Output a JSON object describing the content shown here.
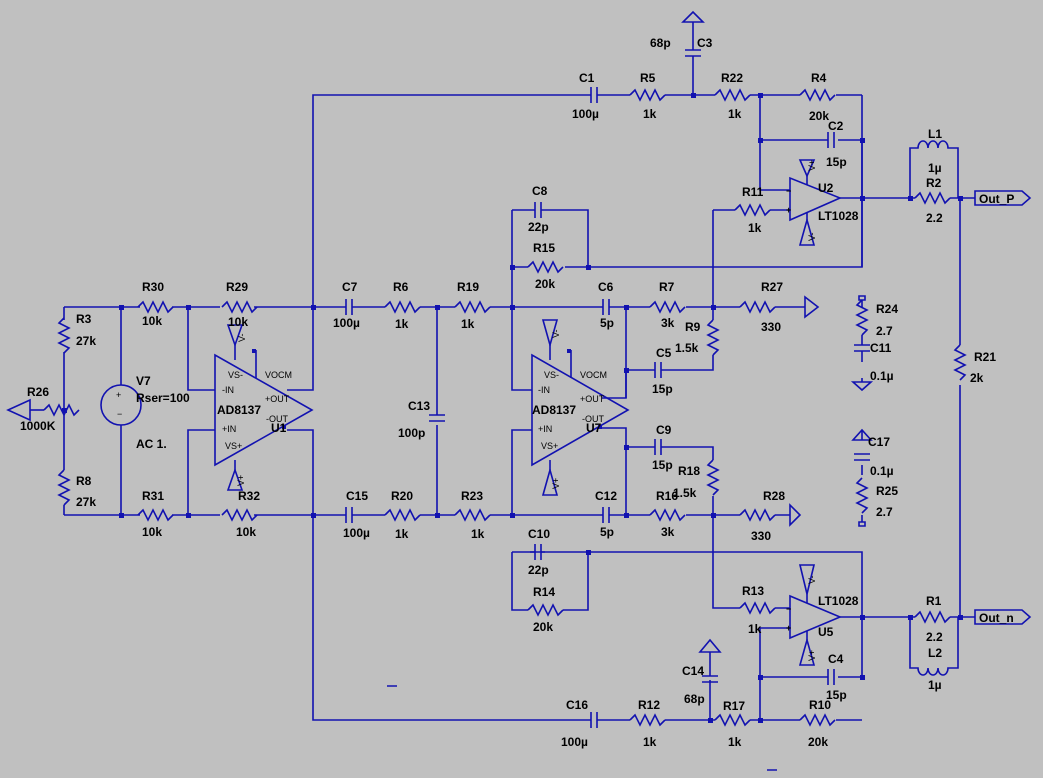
{
  "schematic": {
    "components": {
      "R26": {
        "ref": "R26",
        "value": "1000K"
      },
      "R3": {
        "ref": "R3",
        "value": "27k"
      },
      "R8": {
        "ref": "R8",
        "value": "27k"
      },
      "V7": {
        "ref": "V7",
        "value": "Rser=100",
        "extra": "AC 1."
      },
      "R30": {
        "ref": "R30",
        "value": "10k"
      },
      "R31": {
        "ref": "R31",
        "value": "10k"
      },
      "R29": {
        "ref": "R29",
        "value": "10k"
      },
      "R32": {
        "ref": "R32",
        "value": "10k"
      },
      "U1": {
        "ref": "U1",
        "value": "AD8137"
      },
      "U7": {
        "ref": "U7",
        "value": "AD8137"
      },
      "C7": {
        "ref": "C7",
        "value": "100µ"
      },
      "C15": {
        "ref": "C15",
        "value": "100µ"
      },
      "R6": {
        "ref": "R6",
        "value": "1k"
      },
      "R20": {
        "ref": "R20",
        "value": "1k"
      },
      "R19": {
        "ref": "R19",
        "value": "1k"
      },
      "R23": {
        "ref": "R23",
        "value": "1k"
      },
      "C13": {
        "ref": "C13",
        "value": "100p"
      },
      "C8": {
        "ref": "C8",
        "value": "22p"
      },
      "R15": {
        "ref": "R15",
        "value": "20k"
      },
      "C10": {
        "ref": "C10",
        "value": "22p"
      },
      "R14": {
        "ref": "R14",
        "value": "20k"
      },
      "C6": {
        "ref": "C6",
        "value": "5p"
      },
      "C12": {
        "ref": "C12",
        "value": "5p"
      },
      "R7": {
        "ref": "R7",
        "value": "3k"
      },
      "R16": {
        "ref": "R16",
        "value": "3k"
      },
      "C5": {
        "ref": "C5",
        "value": "15p"
      },
      "C9": {
        "ref": "C9",
        "value": "15p"
      },
      "R9": {
        "ref": "R9",
        "value": "1.5k"
      },
      "R18": {
        "ref": "R18",
        "value": "1.5k"
      },
      "R27": {
        "ref": "R27",
        "value": "330"
      },
      "R28": {
        "ref": "R28",
        "value": "330"
      },
      "R24": {
        "ref": "R24",
        "value": "2.7"
      },
      "C11": {
        "ref": "C11",
        "value": "0.1µ"
      },
      "C17": {
        "ref": "C17",
        "value": "0.1µ"
      },
      "R25": {
        "ref": "R25",
        "value": "2.7"
      },
      "C1": {
        "ref": "C1",
        "value": "100µ"
      },
      "R5": {
        "ref": "R5",
        "value": "1k"
      },
      "C3": {
        "ref": "C3",
        "value": "68p"
      },
      "R22": {
        "ref": "R22",
        "value": "1k"
      },
      "R4": {
        "ref": "R4",
        "value": "20k"
      },
      "C2": {
        "ref": "C2",
        "value": "15p"
      },
      "R11": {
        "ref": "R11",
        "value": "1k"
      },
      "U2": {
        "ref": "U2",
        "value": "LT1028"
      },
      "C16": {
        "ref": "C16",
        "value": "100µ"
      },
      "R12": {
        "ref": "R12",
        "value": "1k"
      },
      "C14": {
        "ref": "C14",
        "value": "68p"
      },
      "R17": {
        "ref": "R17",
        "value": "1k"
      },
      "R10": {
        "ref": "R10",
        "value": "20k"
      },
      "C4": {
        "ref": "C4",
        "value": "15p"
      },
      "R13": {
        "ref": "R13",
        "value": "1k"
      },
      "U5": {
        "ref": "U5",
        "value": "LT1028"
      },
      "L1": {
        "ref": "L1",
        "value": "1µ"
      },
      "R2": {
        "ref": "R2",
        "value": "2.2"
      },
      "R21": {
        "ref": "R21",
        "value": "2k"
      },
      "R1": {
        "ref": "R1",
        "value": "2.2"
      },
      "L2": {
        "ref": "L2",
        "value": "1µ"
      }
    },
    "pins": {
      "vs_minus": "VS-",
      "vs_plus": "VS+",
      "in_minus": "-IN",
      "in_plus": "+IN",
      "out_plus": "+OUT",
      "out_minus": "-OUT",
      "vocm": "VOCM",
      "v_minus": "V-",
      "v_plus": "V+",
      "minus": "−",
      "plus": "+"
    },
    "nets": {
      "out_p": "Out_P",
      "out_n": "Out_n"
    }
  },
  "colors": {
    "background": "#c0c0c0",
    "wire": "#1212b0",
    "text": "#000000"
  }
}
